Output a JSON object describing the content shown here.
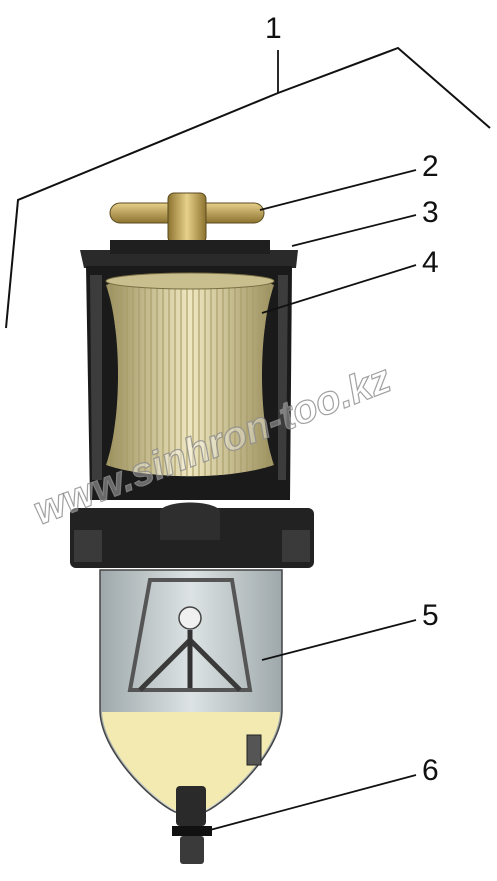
{
  "callouts": {
    "c1": "1",
    "c2": "2",
    "c3": "3",
    "c4": "4",
    "c5": "5",
    "c6": "6"
  },
  "watermark": "www.sinhron-too.kz",
  "colors": {
    "housing": "#1a1a1a",
    "filter_element": "#d8cfa0",
    "filter_ribs": "#a89c68",
    "handle": "#b89a4a",
    "bowl_glass": "#c9d2d4",
    "fuel": "#f2eab0",
    "leader_line": "#111111"
  }
}
